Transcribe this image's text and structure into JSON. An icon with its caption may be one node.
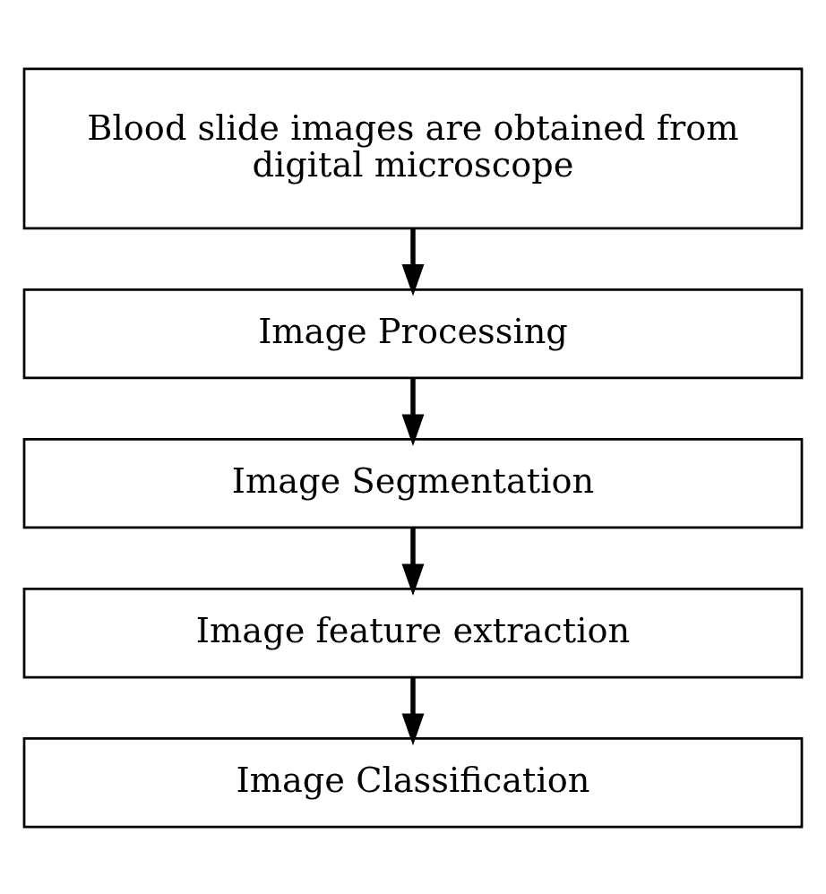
{
  "diagram": {
    "nodes": [
      {
        "text": [
          "Blood slide images are obtained from digital microscope"
        ]
      },
      {
        "text": [
          "Image Processing"
        ]
      },
      {
        "text": [
          "Image Segmentation"
        ]
      },
      {
        "text": [
          "Image feature extraction"
        ]
      },
      {
        "text": [
          "Image Classification"
        ]
      }
    ],
    "edges": [
      {
        "from": 0,
        "to": 1,
        "arrow": "to"
      },
      {
        "from": 1,
        "to": 2,
        "arrow": "to"
      },
      {
        "from": 2,
        "to": 3,
        "arrow": "to"
      },
      {
        "from": 3,
        "to": 4,
        "arrow": "to"
      }
    ]
  }
}
